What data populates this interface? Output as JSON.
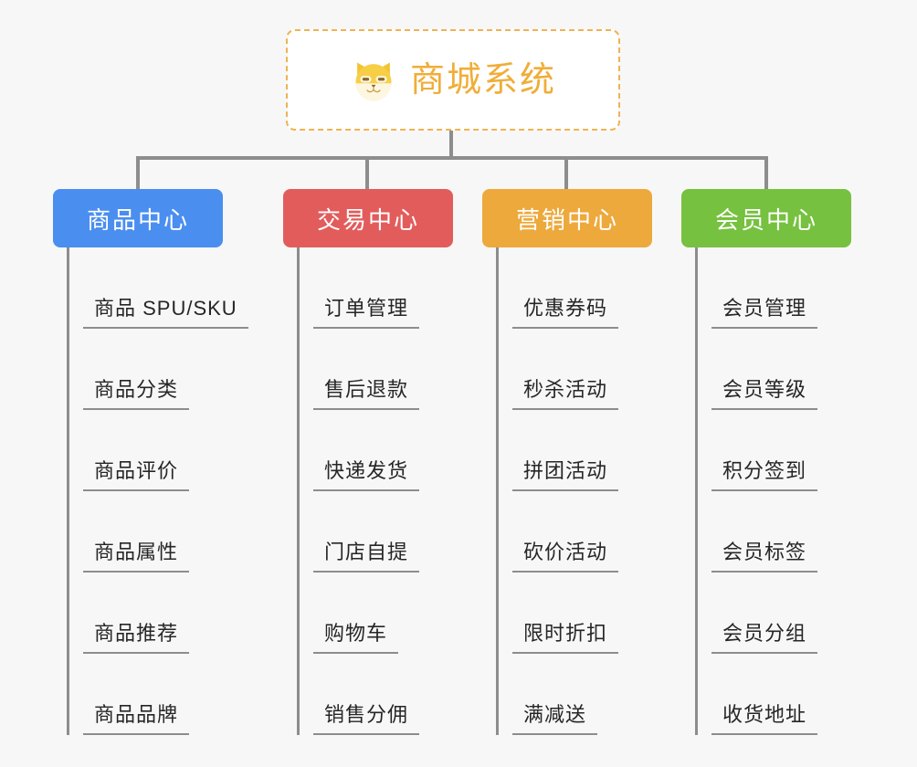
{
  "page": {
    "background_color": "#f7f7f7",
    "title": "商城系统"
  },
  "root": {
    "label": "商城系统",
    "icon": "shiba-dog-icon",
    "text_color": "#f0ad37",
    "border_color": "#f0b254",
    "border_style": "dashed",
    "background_color": "#ffffff"
  },
  "connector": {
    "color": "#8d8d8d"
  },
  "categories": [
    {
      "label": "商品中心",
      "color": "#4a8ef0",
      "items": [
        {
          "label": "商品 SPU/SKU"
        },
        {
          "label": "商品分类"
        },
        {
          "label": "商品评价"
        },
        {
          "label": "商品属性"
        },
        {
          "label": "商品推荐"
        },
        {
          "label": "商品品牌"
        }
      ]
    },
    {
      "label": "交易中心",
      "color": "#e25c5c",
      "items": [
        {
          "label": "订单管理"
        },
        {
          "label": "售后退款"
        },
        {
          "label": "快递发货"
        },
        {
          "label": "门店自提"
        },
        {
          "label": "购物车"
        },
        {
          "label": "销售分佣"
        }
      ]
    },
    {
      "label": "营销中心",
      "color": "#eda93c",
      "items": [
        {
          "label": "优惠券码"
        },
        {
          "label": "秒杀活动"
        },
        {
          "label": "拼团活动"
        },
        {
          "label": "砍价活动"
        },
        {
          "label": "限时折扣"
        },
        {
          "label": "满减送"
        }
      ]
    },
    {
      "label": "会员中心",
      "color": "#76c13f",
      "items": [
        {
          "label": "会员管理"
        },
        {
          "label": "会员等级"
        },
        {
          "label": "积分签到"
        },
        {
          "label": "会员标签"
        },
        {
          "label": "会员分组"
        },
        {
          "label": "收货地址"
        }
      ]
    }
  ]
}
